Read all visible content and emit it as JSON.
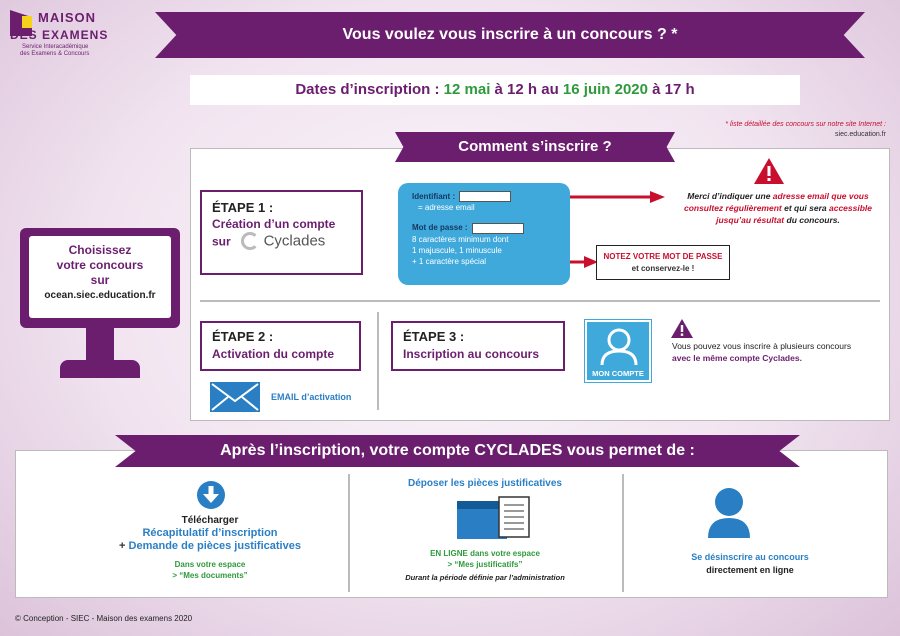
{
  "logo": {
    "line1": "MAISON",
    "line2": "DES EXAMENS",
    "sub1": "Service Interacadémique",
    "sub2": "des Examens & Concours"
  },
  "header": {
    "title": "Vous voulez vous inscrire à un concours ? *"
  },
  "dates": {
    "label": "Dates d’inscription : ",
    "date1": "12 mai",
    "mid1": " à 12 h au ",
    "date2": "16 juin 2020",
    "mid2": " à 17 h"
  },
  "note": {
    "line1": "* liste détaillée des concours sur notre site Internet :",
    "line2": "siec.education.fr"
  },
  "how": {
    "title": "Comment s’inscrire ?"
  },
  "monitor": {
    "line1": "Choisissez",
    "line2": "votre concours",
    "line3": "sur",
    "line4": "ocean.siec.education.fr"
  },
  "step1": {
    "title": "ÉTAPE 1 :",
    "line1": "Création d’un compte",
    "line2": "sur",
    "brand": "Cyclades"
  },
  "form": {
    "id_label": "Identifiant :",
    "id_note": "= adresse email",
    "pw_label": "Mot de passe :",
    "pw1": "8 caractères minimum dont",
    "pw2": "1 majuscule, 1 minuscule",
    "pw3": "+ 1 caractère spécial"
  },
  "email_note": {
    "p1": "Merci d’indiquer une ",
    "p2": "adresse email que vous consultez régulièrement",
    "p3": " et qui sera ",
    "p4": "accessible jusqu’au résultat",
    "p5": " du concours."
  },
  "password_note": {
    "line1": "NOTEZ VOTRE MOT DE PASSE",
    "line2": "et conservez-le !"
  },
  "step2": {
    "title": "ÉTAPE 2 :",
    "label": "Activation du compte",
    "email": "EMAIL d’activation"
  },
  "step3": {
    "title": "ÉTAPE 3 :",
    "label": "Inscription au concours",
    "account": "MON COMPTE"
  },
  "multi_note": {
    "p1": "Vous pouvez vous inscrire à plusieurs concours",
    "p2": "avec le même compte Cyclades."
  },
  "after": {
    "title": "Après l’inscription, votre compte CYCLADES vous permet de :"
  },
  "col1": {
    "l1": "Télécharger",
    "l2": "Récapitulatif d’inscription",
    "l3a": "+ ",
    "l3b": "Demande de pièces justificatives",
    "l4": "Dans votre espace",
    "l5": "> “Mes documents”"
  },
  "col2": {
    "l1": "Déposer les pièces justificatives",
    "l2": "EN LIGNE dans votre espace",
    "l3": "> “Mes justificatifs”",
    "l4": "Durant la période définie par l’administration"
  },
  "col3": {
    "l1": "Se désinscrire au concours",
    "l2": "directement en ligne"
  },
  "footer": {
    "text": "© Conception - SIEC - Maison des examens 2020"
  },
  "colors": {
    "purple": "#6b1e6e",
    "green": "#2e9a3c",
    "blue": "#2a7fc4",
    "red": "#c8102e"
  }
}
